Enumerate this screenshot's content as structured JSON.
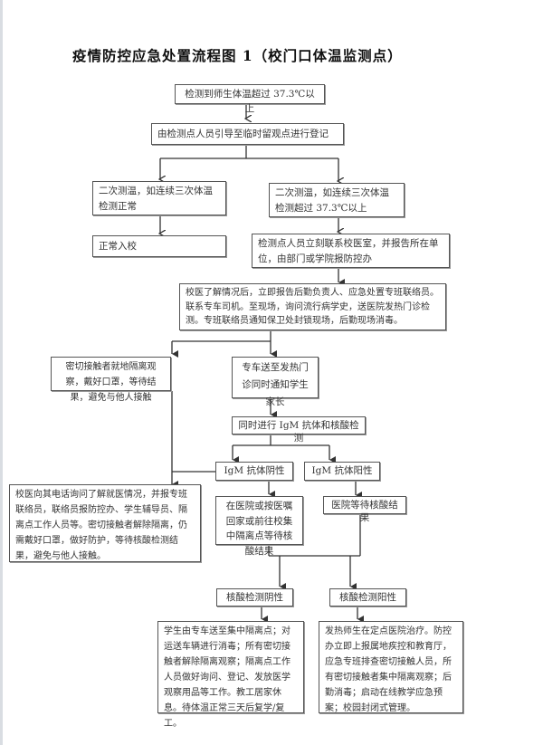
{
  "title": "疫情防控应急处置流程图 1（校门口体温监测点）",
  "nodes": {
    "detect": "检测到师生体温超过 37.3℃以上",
    "register": "由检测点人员引导至临时留观点进行登记",
    "retest_normal": "二次测温，如连续三次体温检测正常",
    "retest_high": "二次测温，如连续三次体温检测超过 37.3℃以上",
    "enter_school": "正常入校",
    "contact_clinic": "检测点人员立刻联系校医室，并报告所在单位，由部门或学院报防控办",
    "doctor_report": "校医了解情况后，立即报告后勤负责人、应急处置专班联络员。联系专车司机。至现场，询问流行病学史，送医院发热门诊检测。专班联络员通知保卫处封锁现场，后勤现场消毒。",
    "close_contact_isolate": "密切接触者就地隔离观察，戴好口罩，等待结果，避免与他人接触",
    "send_fever_clinic": "专车送至发热门诊同时通知学生家长",
    "test_igm_nucleic": "同时进行 IgM 抗体和核酸检测",
    "igm_negative": "IgM 抗体阴性",
    "igm_positive": "IgM 抗体阳性",
    "doctor_followup": "校医向其电话询问了解就医情况，并报专班联络员，联络员报防控办、学生辅导员、隔离点工作人员等。密切接触者解除隔离，仍需戴好口罩，做好防护，等待核酸检测结果，避免与他人接触。",
    "wait_home_or_isolation": "在医院或按医嘱回家或前往校集中隔离点等待核酸结果",
    "hospital_wait": "医院等待核酸结果",
    "nucleic_negative": "核酸检测阴性",
    "nucleic_positive": "核酸检测阳性",
    "negative_outcome": "学生由专车送至集中隔离点；对运送车辆进行消毒；所有密切接触者解除隔离观察；隔离点工作人员做好询问、登记、发放医学观察用品等工作。教工居家休息。待体温正常三天后复学/复工。",
    "positive_outcome": "发热师生在定点医院治疗。防控办立即上报属地疾控和教育厅，应急专班排查密切接触人员，所有密切接触者集中隔离观察；后勤消毒；启动在线教学应急预案；校园封闭式管理。"
  }
}
